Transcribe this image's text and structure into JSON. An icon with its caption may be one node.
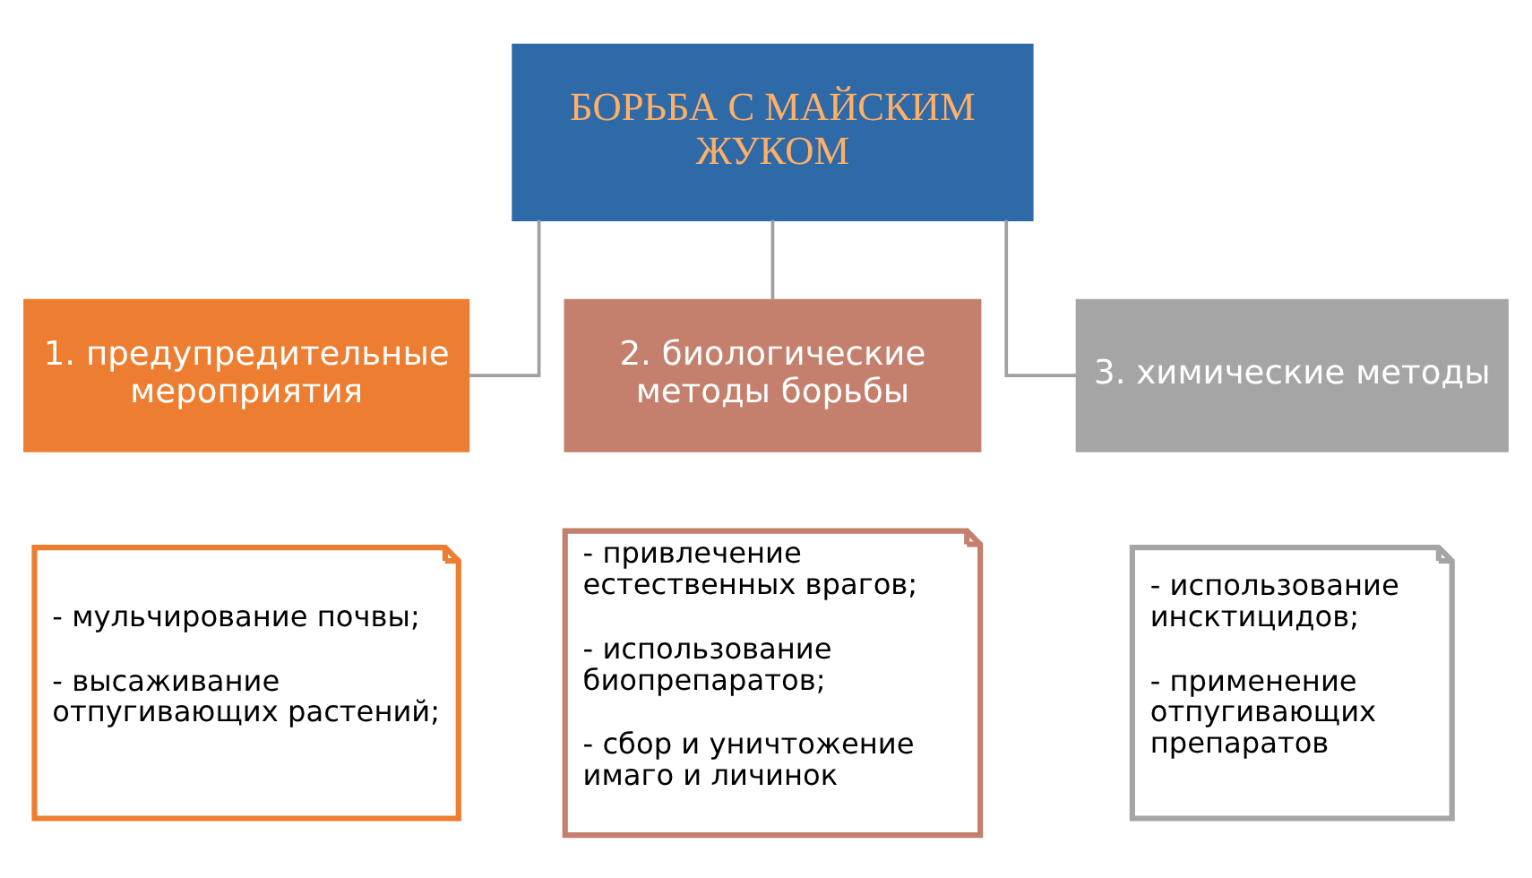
{
  "diagram": {
    "nodes": [
      {
        "text": [
          "БОРЬБА С МАЙСКИМ ЖУКОМ"
        ]
      },
      {
        "text": [
          "1. предупредительные мероприятия"
        ]
      },
      {
        "text": [
          "2. биологические методы борьбы"
        ]
      },
      {
        "text": [
          "3. химические методы"
        ]
      },
      {
        "text": [
          "- мульчирование почвы;",
          "- высаживание отпугивающих растений;"
        ]
      },
      {
        "text": [
          "- привлечение естественных врагов;",
          "- использование биопрепаратов;",
          "- сбор и уничтожение имаго и личинок"
        ]
      },
      {
        "text": [
          "- использование инсктицидов;",
          "- применение отпугивающих препаратов"
        ]
      }
    ],
    "edges": [
      {
        "from": 0,
        "to": 1,
        "arrow": "none"
      },
      {
        "from": 0,
        "to": 2,
        "arrow": "none"
      },
      {
        "from": 0,
        "to": 3,
        "arrow": "none"
      }
    ]
  }
}
